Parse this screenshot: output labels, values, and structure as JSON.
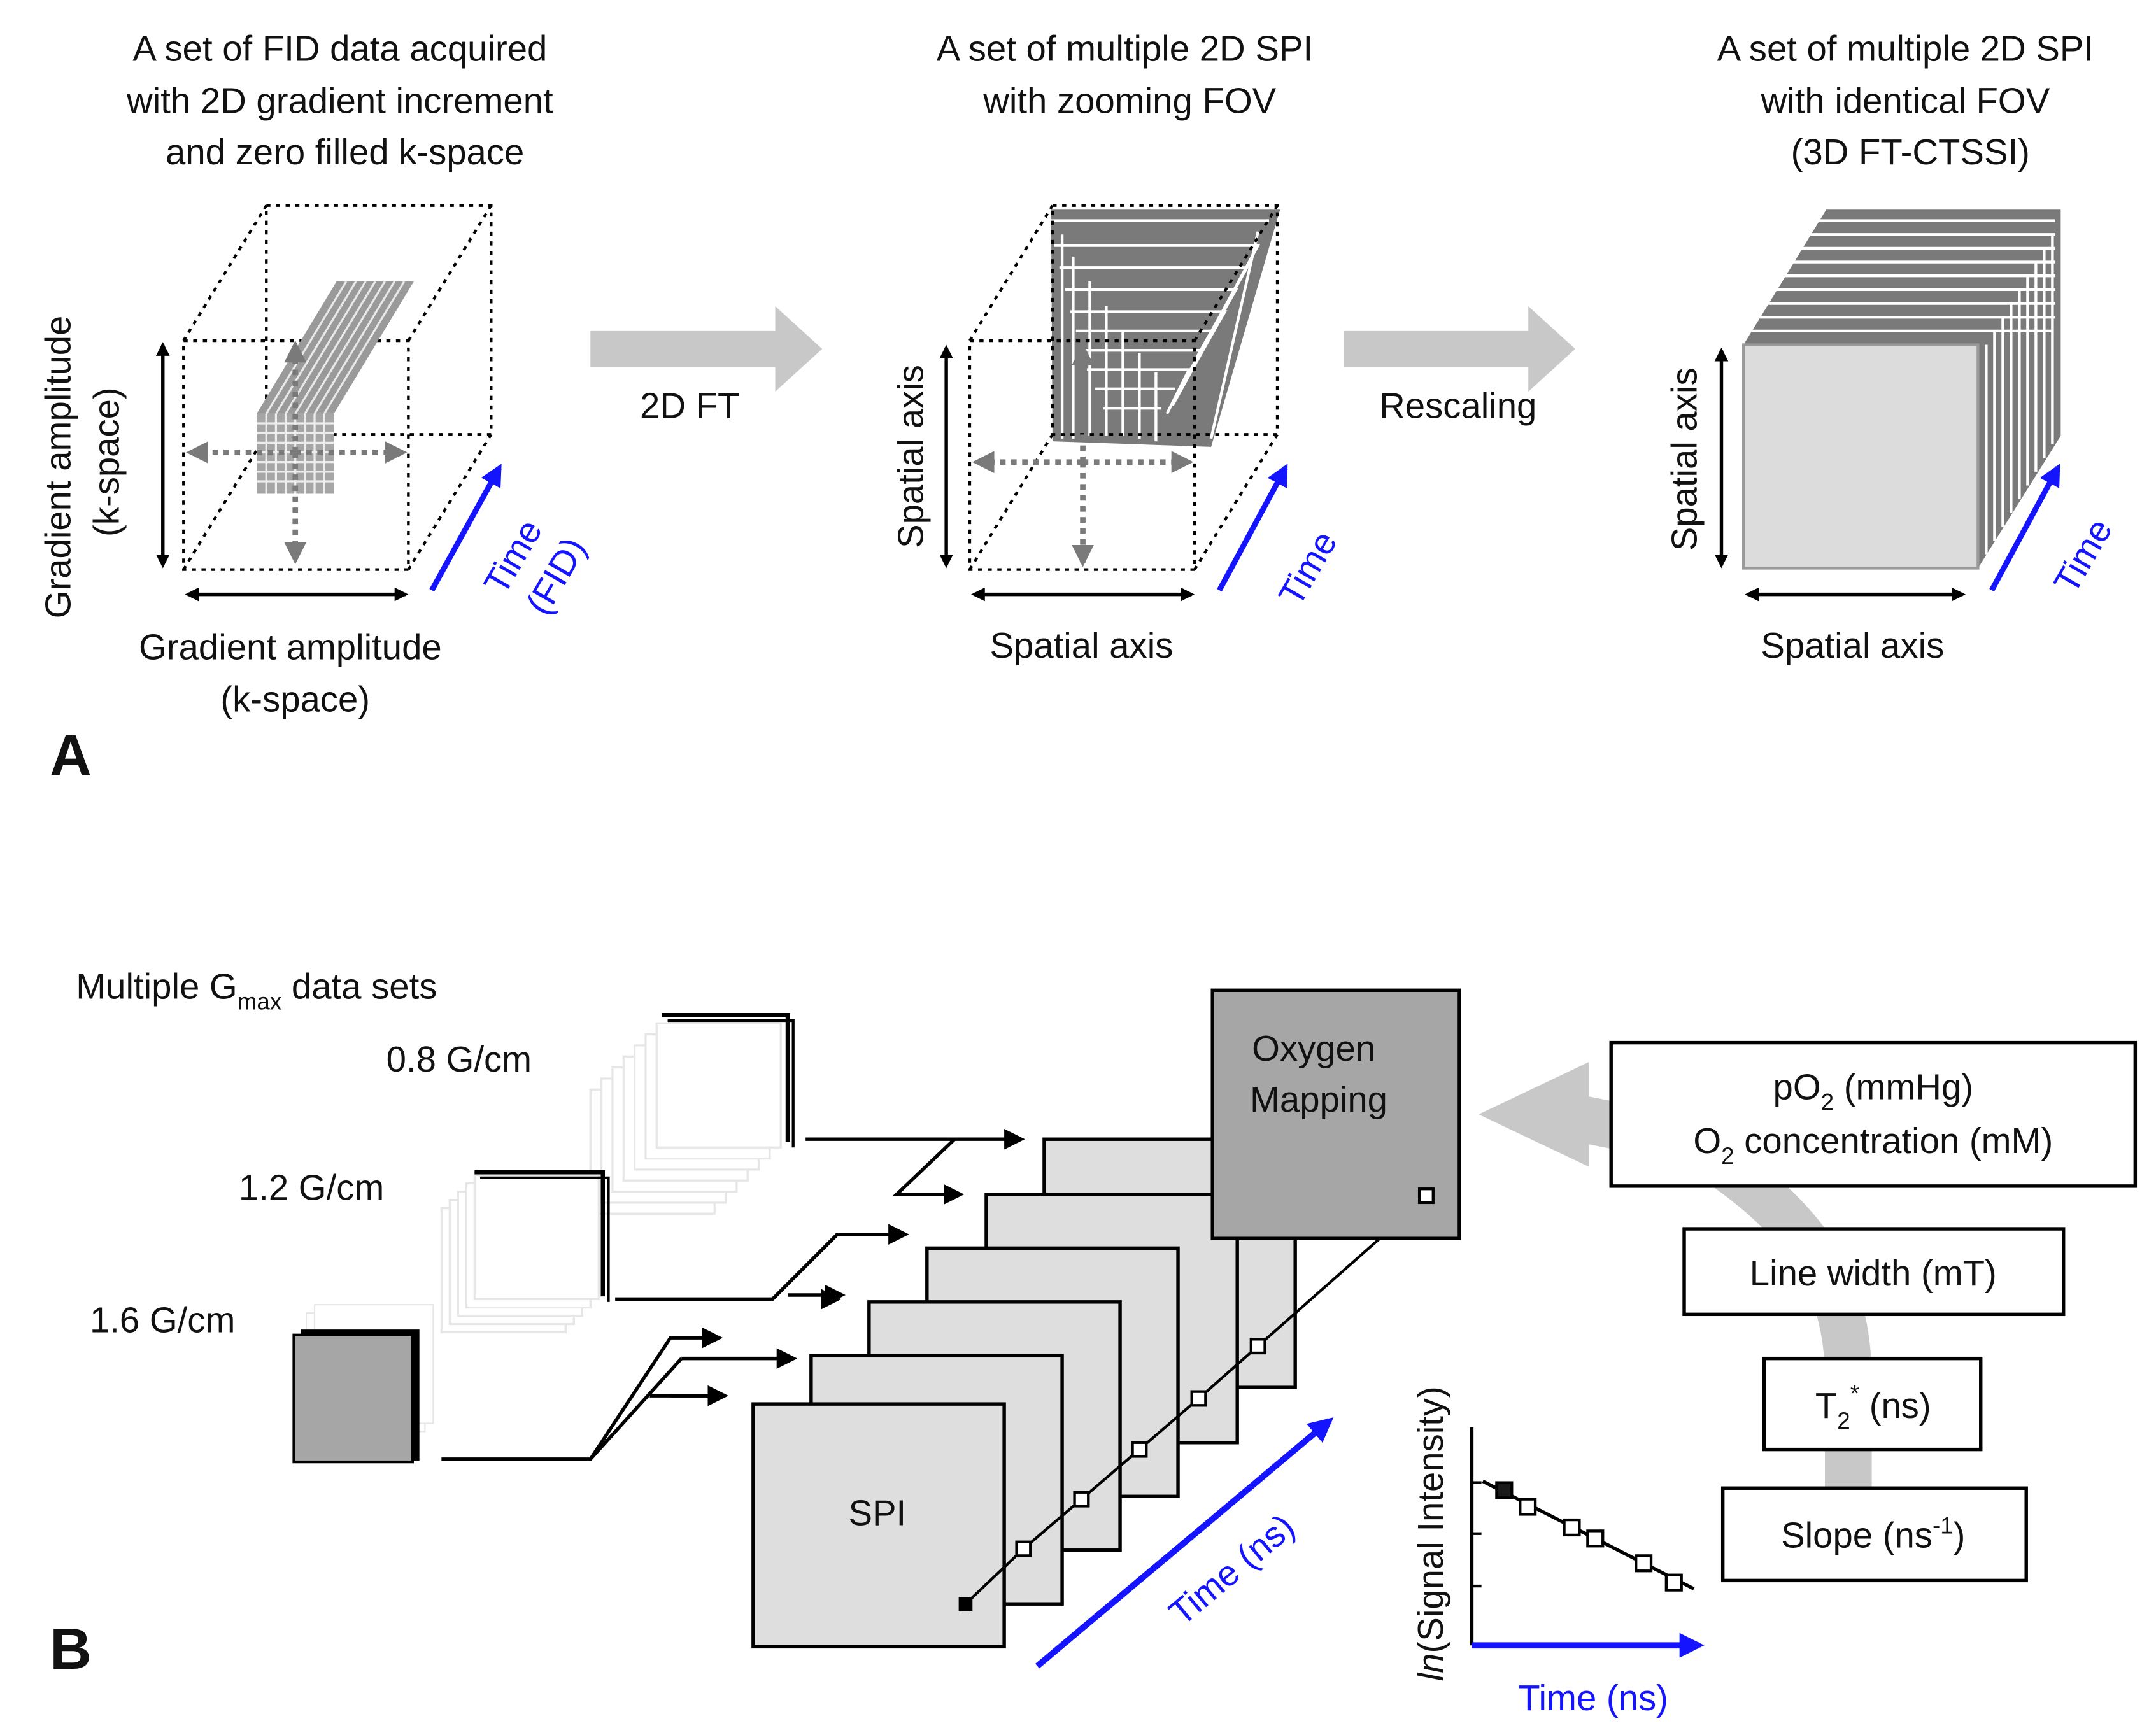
{
  "panel_a": {
    "label": "A",
    "col1": {
      "title": [
        "A set of FID data acquired",
        "with 2D gradient increment",
        "and zero filled k-space"
      ],
      "y_axis": [
        "Gradient amplitude",
        "(k-space)"
      ],
      "x_axis": [
        "Gradient amplitude",
        "(k-space)"
      ],
      "time_axis": [
        "Time",
        "(FID)"
      ]
    },
    "arrow1_label": "2D FT",
    "col2": {
      "title": [
        "A set of multiple 2D SPI",
        "with zooming FOV"
      ],
      "y_axis": "Spatial axis",
      "x_axis": "Spatial axis",
      "time_axis": "Time"
    },
    "arrow2_label": "Rescaling",
    "col3": {
      "title": [
        "A set of multiple 2D SPI",
        "with identical FOV",
        "(3D FT-CTSSI)"
      ],
      "y_axis": "Spatial axis",
      "x_axis": "Spatial axis",
      "time_axis": "Time"
    }
  },
  "panel_b": {
    "label": "B",
    "datasets_title": {
      "prefix": "Multiple G",
      "subscript": "max",
      "suffix": " data sets"
    },
    "gmax_values": [
      "0.8 G/cm",
      "1.2 G/cm",
      "1.6 G/cm"
    ],
    "spi_label": "SPI",
    "time_axis": "Time (ns)",
    "oxygen_box": [
      "Oxygen",
      "Mapping"
    ],
    "po2_box": {
      "line1": {
        "prefix": "pO",
        "sub": "2",
        "suffix": " (mmHg)"
      },
      "line2": {
        "prefix": "O",
        "sub": "2",
        "suffix": " concentration (mM)"
      }
    },
    "linewidth_box": "Line width (mT)",
    "t2_box": {
      "prefix": "T",
      "sub": "2",
      "sup": "*",
      "suffix": " (ns)"
    },
    "slope_box": {
      "prefix": "Slope (ns",
      "sup": "-1",
      "suffix": ")"
    },
    "plot": {
      "ylabel_italic": "ln",
      "ylabel_rest": "(Signal Intensity)",
      "xlabel": "Time (ns)"
    }
  },
  "colors": {
    "blue": "#1414ff",
    "dark_gray": "#7a7a7a",
    "mid_gray": "#bdbdbd",
    "light_gray": "#dedede",
    "arrow_gray": "#c8c8c8"
  }
}
